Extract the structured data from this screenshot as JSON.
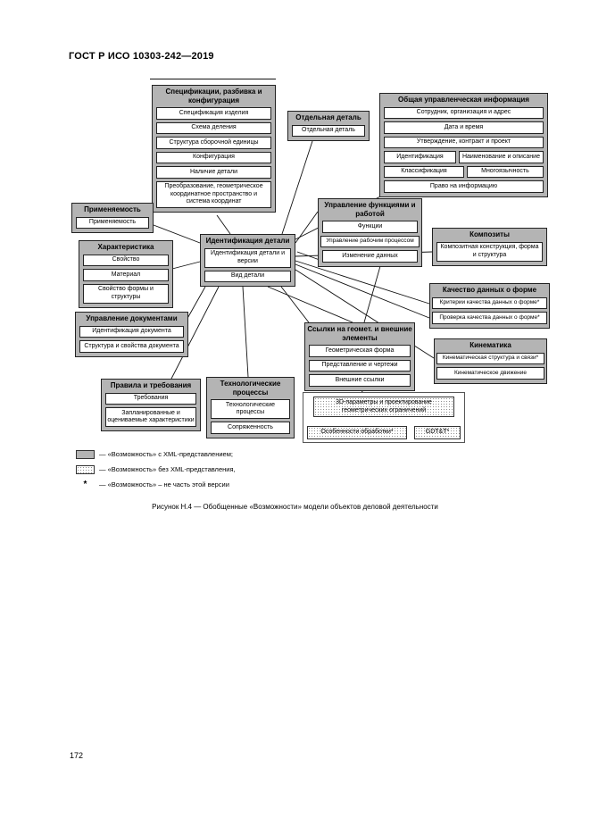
{
  "page": {
    "header": "ГОСТ Р ИСО 10303-242—2019",
    "caption": "Рисунок Н.4 — Обобщенные «Возможности» модели объектов деловой деятельности",
    "page_number": "172"
  },
  "colors": {
    "box_header_bg": "#b4b4b4",
    "box_border": "#222222",
    "item_bg": "#ffffff"
  },
  "diagram": {
    "boxes": {
      "spec": {
        "title": "Спецификации, разбивка и конфигурация",
        "items": [
          "Спецификация изделия",
          "Схема деления",
          "Структура сборочной единицы",
          "Конфигурация",
          "Наличие детали",
          "Преобразование, геометрическое координатное пространство и система координат"
        ]
      },
      "single_part": {
        "title": "Отдельная деталь",
        "items": [
          "Отдельная деталь"
        ]
      },
      "mgmt": {
        "title": "Общая управленческая информация",
        "items": [
          "Сотрудник, организация и адрес",
          "Дата и время",
          "Утверждение, контракт и проект",
          "Идентификация",
          "Наименование и описание",
          "Классификация",
          "Многоязычность",
          "Право на информацию"
        ]
      },
      "applicability": {
        "title": "Применяемость",
        "items": [
          "Применяемость"
        ]
      },
      "characteristic": {
        "title": "Характеристика",
        "items": [
          "Свойство",
          "Материал",
          "Свойство формы и структуры"
        ]
      },
      "part_id": {
        "title": "Идентификация детали",
        "items": [
          "Идентификация детали и версии",
          "Вид детали"
        ]
      },
      "func_mgmt": {
        "title": "Управление функциями и работой",
        "items": [
          "Функции",
          "Управление рабочим процессом",
          "Изменение данных"
        ]
      },
      "composites": {
        "title": "Композиты",
        "items": [
          "Композитная конструкция, форма и структура"
        ]
      },
      "form_quality": {
        "title": "Качество данных о форме",
        "items": [
          "Критерии качества данных о форме*",
          "Проверка качества данных о форме*"
        ]
      },
      "kinematics": {
        "title": "Кинематика",
        "items": [
          "Кинематическая структура и связи*",
          "Кинематическое движение"
        ]
      },
      "doc_mgmt": {
        "title": "Управление документами",
        "items": [
          "Идентификация документа",
          "Структура и свойства документа"
        ]
      },
      "geom_refs": {
        "title": "Ссылки на геомет. и внешние элементы",
        "items": [
          "Геометрическая форма",
          "Представление и чертежи",
          "Внешние ссылки"
        ]
      },
      "rules": {
        "title": "Правила и требования",
        "items": [
          "Требования",
          "Запланированные и оцениваемые характеристики"
        ]
      },
      "tech": {
        "title": "Технологические процессы",
        "items": [
          "Технологические процессы",
          "Сопряженность"
        ]
      },
      "params3d": {
        "header": "3D-параметры и проектирование геометрических ограничений",
        "items": [
          "Особенности обработки*",
          "GDT&T*"
        ]
      }
    }
  },
  "legend": {
    "items": [
      {
        "swatch": "gray",
        "label": "— «Возможность» с XML-представлением;"
      },
      {
        "swatch": "dotted",
        "label": "— «Возможность» без XML-представления,"
      },
      {
        "swatch": "asterisk",
        "symbol": "*",
        "label": "— «Возможность» – не часть этой версии"
      }
    ]
  }
}
